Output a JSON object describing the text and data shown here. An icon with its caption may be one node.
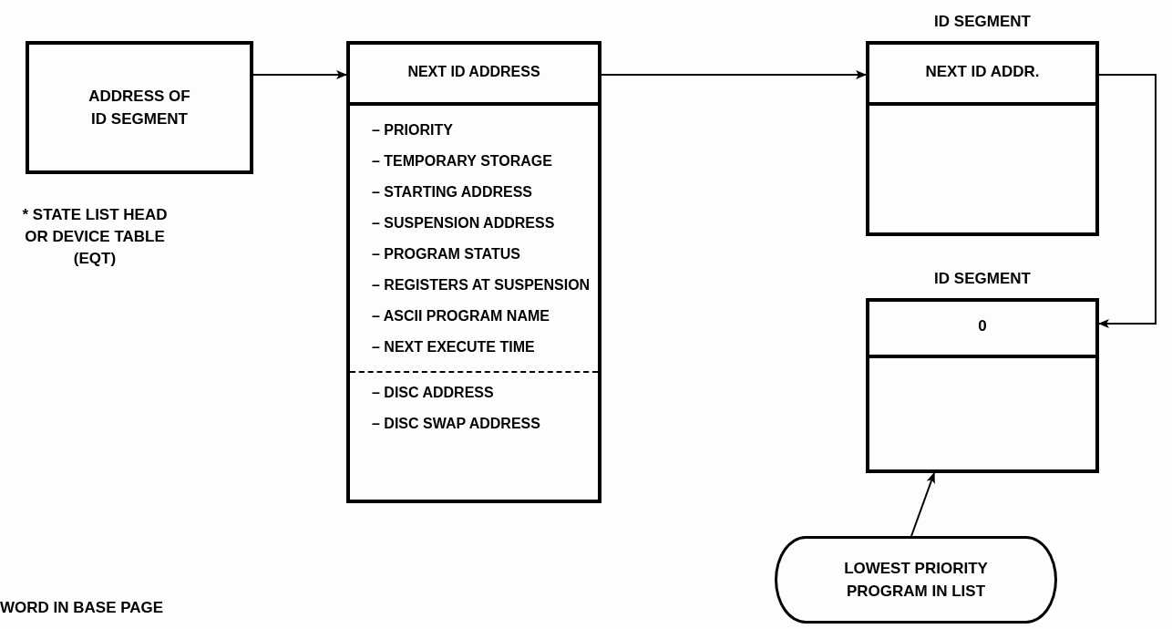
{
  "diagram": {
    "nodes": [
      {
        "text": [
          "ADDRESS OF ID SEGMENT"
        ]
      },
      {
        "text": [
          "NEXT ID ADDRESS",
          "– PRIORITY",
          "– TEMPORARY STORAGE",
          "– STARTING ADDRESS",
          "– SUSPENSION ADDRESS",
          "– PROGRAM STATUS",
          "– REGISTERS AT SUSPENSION",
          "– ASCII PROGRAM NAME",
          "– NEXT EXECUTE TIME",
          "– DISC ADDRESS",
          "– DISC SWAP ADDRESS"
        ]
      },
      {
        "text": [
          "ID SEGMENT",
          "NEXT ID ADDR."
        ]
      },
      {
        "text": [
          "ID SEGMENT",
          "0"
        ]
      },
      {
        "text": [
          "LOWEST PRIORITY PROGRAM IN LIST"
        ]
      }
    ],
    "edges": [
      {
        "from": 0,
        "to": 1,
        "arrow": "to"
      },
      {
        "from": 1,
        "to": 2,
        "arrow": "to"
      },
      {
        "from": 2,
        "to": 3,
        "arrow": "to"
      },
      {
        "from": 4,
        "to": 3,
        "arrow": "to"
      }
    ],
    "labels": [
      "* STATE LIST HEAD OR DEVICE TABLE (EQT)",
      "WORD IN BASE PAGE"
    ]
  }
}
